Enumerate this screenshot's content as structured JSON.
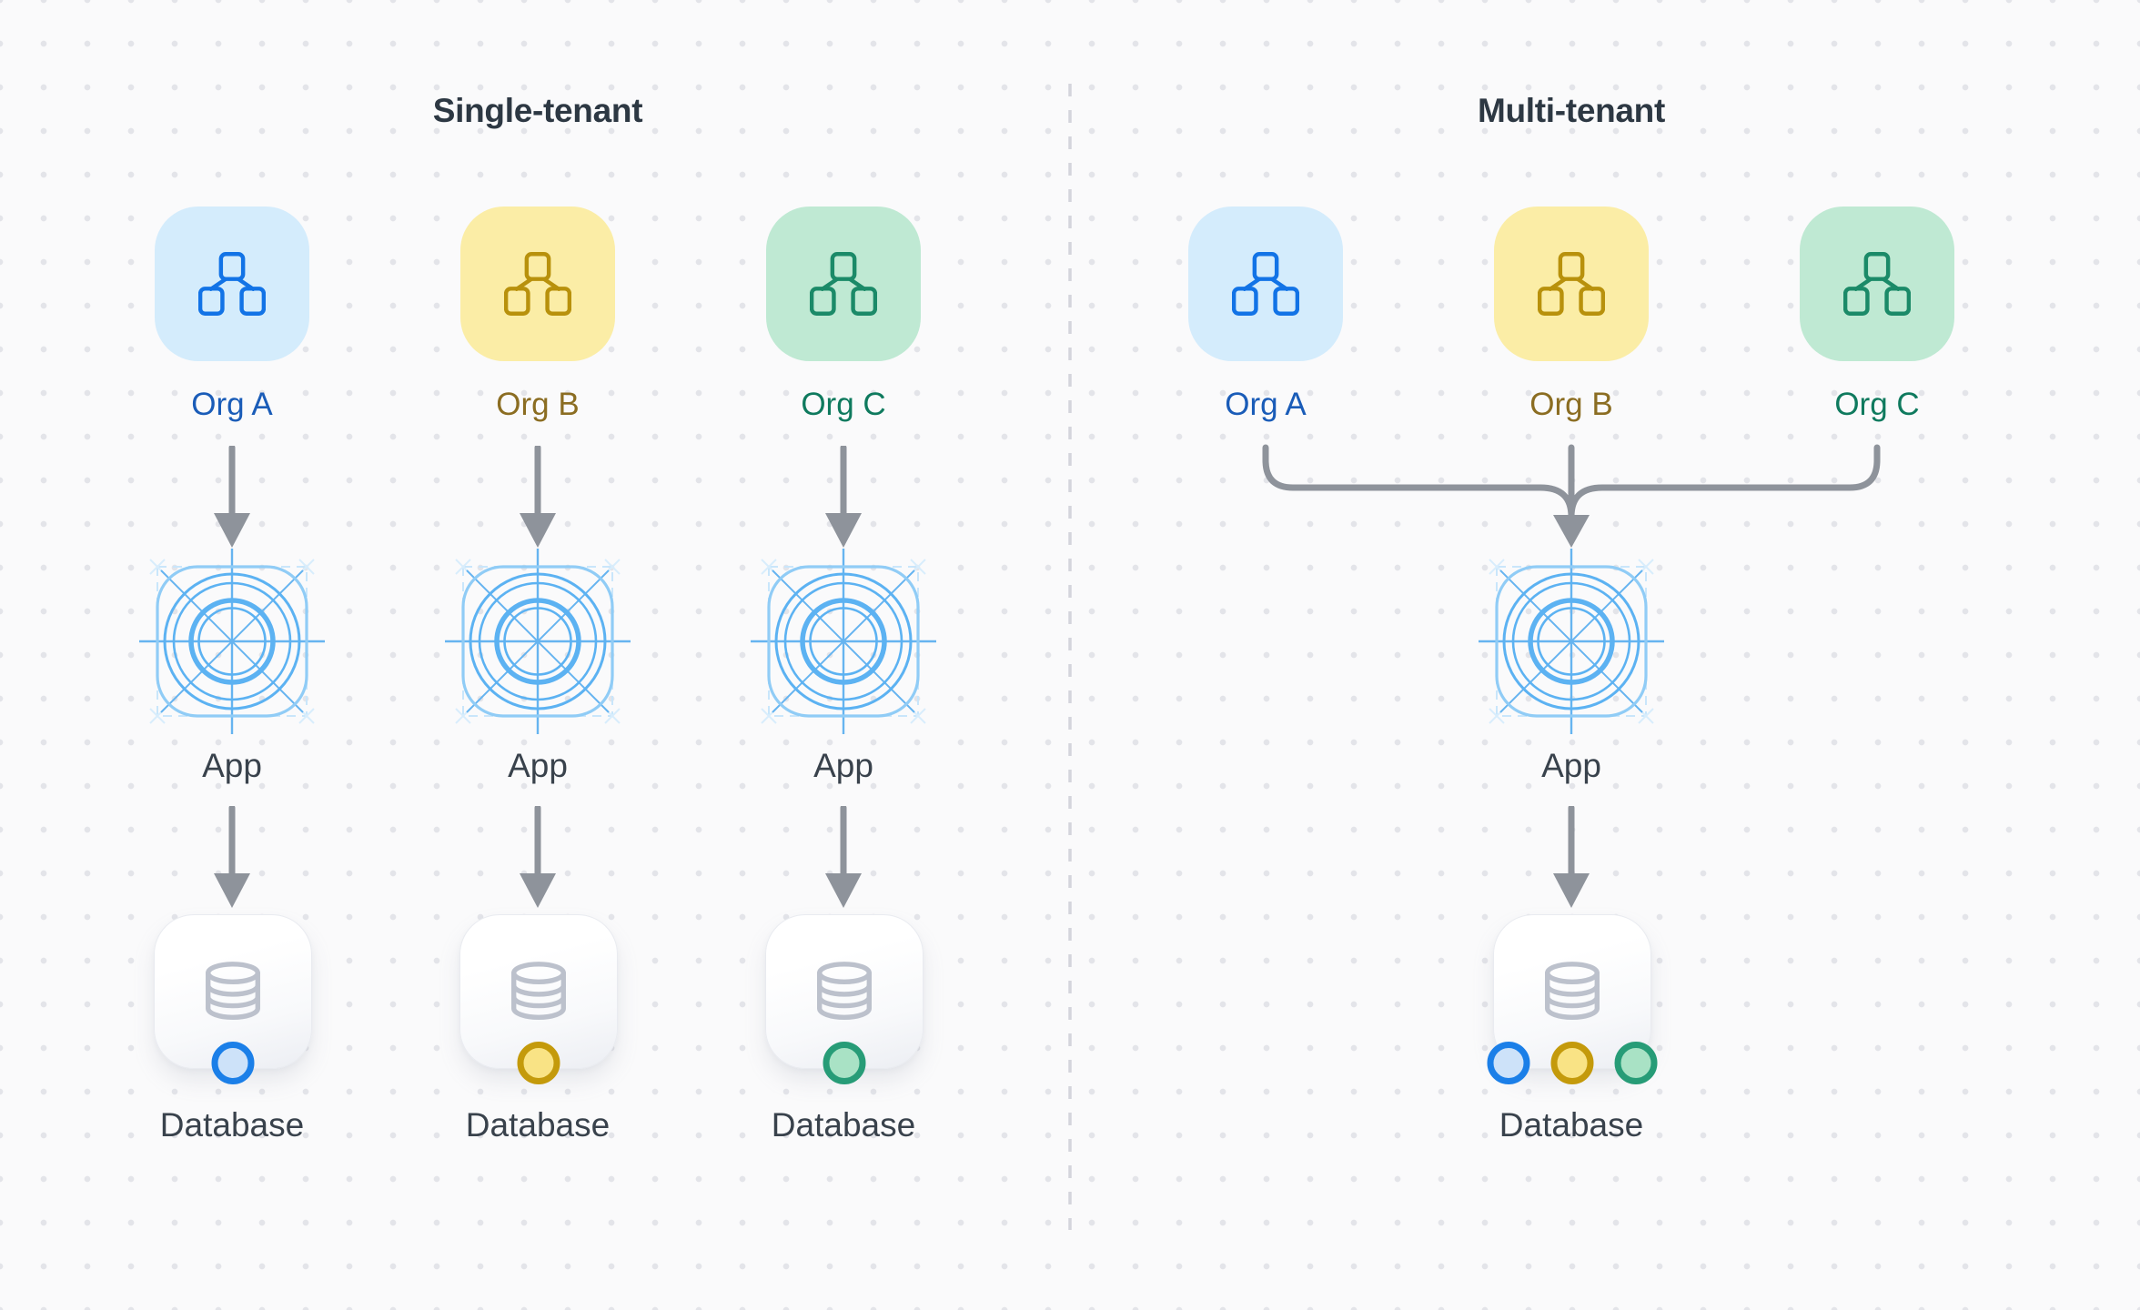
{
  "panels": {
    "single": {
      "title": "Single-tenant",
      "stacks": [
        {
          "org": "Org A",
          "app": "App",
          "db": "Database"
        },
        {
          "org": "Org B",
          "app": "App",
          "db": "Database"
        },
        {
          "org": "Org C",
          "app": "App",
          "db": "Database"
        }
      ]
    },
    "multi": {
      "title": "Multi-tenant",
      "orgs": [
        "Org A",
        "Org B",
        "Org C"
      ],
      "app": "App",
      "db": "Database"
    }
  },
  "colors": {
    "background": "#fafafb",
    "dot_grid": "#e3e4e9",
    "divider_dash": "#d4d5dc",
    "title_text": "#2d3843",
    "node_label_text": "#39424c",
    "arrow": "#8e939b",
    "app_blueprint_blue": "#5cb2f2",
    "db_icon_gray": "#bcc1cc",
    "org_a": {
      "tile": "#d4ecfc",
      "icon": "#1273e6",
      "label": "#1a5cb8",
      "badge_fill": "#cde2f9",
      "badge_border": "#1b7fe8"
    },
    "org_b": {
      "tile": "#fbeda6",
      "icon": "#b8910c",
      "label": "#8b6d22",
      "badge_fill": "#f9e385",
      "badge_border": "#c49a0b"
    },
    "org_c": {
      "tile": "#bfe9d3",
      "icon": "#1b8a68",
      "label": "#0f7a5e",
      "badge_fill": "#a9e2c5",
      "badge_border": "#279c77"
    }
  },
  "icons": {
    "org": "org-hierarchy-icon",
    "app": "app-blueprint-icon",
    "db": "database-cylinder-icon",
    "arrow": "arrow-down",
    "connector": "merge-connector"
  }
}
